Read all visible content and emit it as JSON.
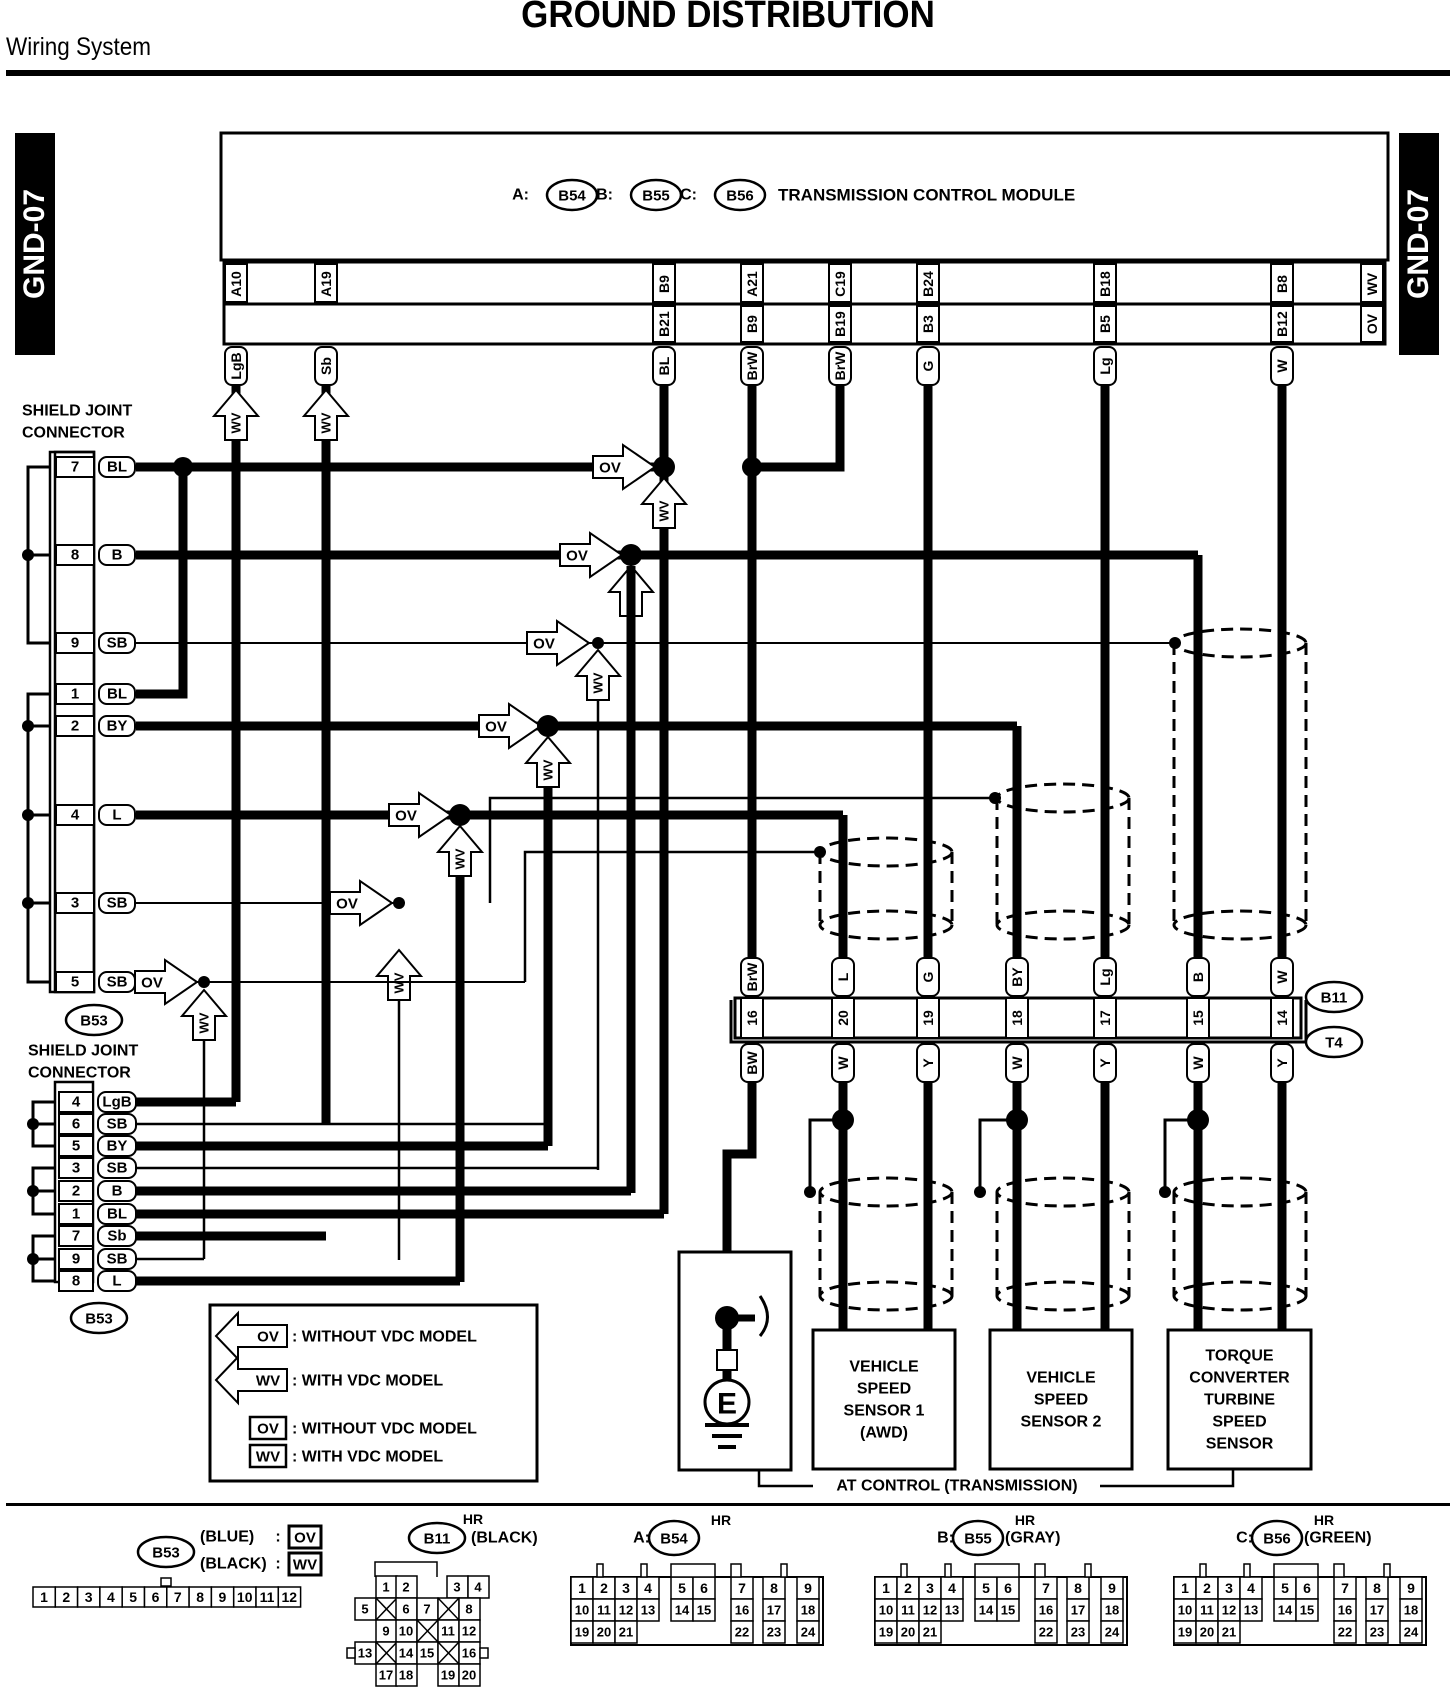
{
  "header": {
    "title": "GROUND DISTRIBUTION",
    "section": "Wiring System",
    "page_code": "GND-07"
  },
  "tcm": {
    "label": "TRANSMISSION CONTROL MODULE",
    "connectors": [
      {
        "prefix": "A:",
        "id": "B54"
      },
      {
        "prefix": "B:",
        "id": "B55"
      },
      {
        "prefix": "C:",
        "id": "B56"
      }
    ],
    "pins": [
      {
        "top": "A10",
        "bottom": "",
        "wire": "LgB"
      },
      {
        "top": "A19",
        "bottom": "",
        "wire": "Sb"
      },
      {
        "top": "B9",
        "bottom": "B21",
        "wire": "BL"
      },
      {
        "top": "A21",
        "bottom": "B9",
        "wire": "BrW"
      },
      {
        "top": "C19",
        "bottom": "B19",
        "wire": "BrW"
      },
      {
        "top": "B24",
        "bottom": "B3",
        "wire": "G"
      },
      {
        "top": "B18",
        "bottom": "B5",
        "wire": "Lg"
      },
      {
        "top": "B8",
        "bottom": "B12",
        "wire": "W"
      }
    ],
    "variant_column": {
      "top": "WV",
      "bottom": "OV"
    }
  },
  "shield_joint_upper": {
    "title": "SHIELD JOINT CONNECTOR",
    "connector_id": "B53",
    "pins": [
      {
        "pin": "7",
        "wire": "BL"
      },
      {
        "pin": "8",
        "wire": "B"
      },
      {
        "pin": "9",
        "wire": "SB"
      },
      {
        "pin": "1",
        "wire": "BL"
      },
      {
        "pin": "2",
        "wire": "BY"
      },
      {
        "pin": "4",
        "wire": "L"
      },
      {
        "pin": "3",
        "wire": "SB"
      },
      {
        "pin": "5",
        "wire": "SB"
      }
    ]
  },
  "shield_joint_lower": {
    "title": "SHIELD JOINT CONNECTOR",
    "connector_id": "B53",
    "pins": [
      {
        "pin": "4",
        "wire": "LgB"
      },
      {
        "pin": "6",
        "wire": "SB"
      },
      {
        "pin": "5",
        "wire": "BY"
      },
      {
        "pin": "3",
        "wire": "SB"
      },
      {
        "pin": "2",
        "wire": "B"
      },
      {
        "pin": "1",
        "wire": "BL"
      },
      {
        "pin": "7",
        "wire": "Sb"
      },
      {
        "pin": "9",
        "wire": "SB"
      },
      {
        "pin": "8",
        "wire": "L"
      }
    ]
  },
  "variant_flags": {
    "ov": "OV",
    "wv": "WV"
  },
  "b11_t4": {
    "upper_id": "B11",
    "lower_id": "T4",
    "pins": [
      {
        "pin": "16",
        "upper_wire": "BrW",
        "lower_wire": "BW"
      },
      {
        "pin": "20",
        "upper_wire": "L",
        "lower_wire": "W"
      },
      {
        "pin": "19",
        "upper_wire": "G",
        "lower_wire": "Y"
      },
      {
        "pin": "18",
        "upper_wire": "BY",
        "lower_wire": "W"
      },
      {
        "pin": "17",
        "upper_wire": "Lg",
        "lower_wire": "Y"
      },
      {
        "pin": "15",
        "upper_wire": "B",
        "lower_wire": "W"
      },
      {
        "pin": "14",
        "upper_wire": "W",
        "lower_wire": "Y"
      }
    ]
  },
  "components": {
    "ground": "E",
    "sensors": [
      {
        "lines": [
          "VEHICLE",
          "SPEED",
          "SENSOR 1",
          "(AWD)"
        ]
      },
      {
        "lines": [
          "VEHICLE",
          "SPEED",
          "SENSOR 2"
        ]
      },
      {
        "lines": [
          "TORQUE",
          "CONVERTER",
          "TURBINE",
          "SPEED",
          "SENSOR"
        ]
      }
    ],
    "group_label": "AT CONTROL (TRANSMISSION)"
  },
  "legend": {
    "items": [
      {
        "code": "OV",
        "shape": "arrow",
        "text": ": WITHOUT VDC MODEL"
      },
      {
        "code": "WV",
        "shape": "arrow",
        "text": ": WITH VDC MODEL"
      },
      {
        "code": "OV",
        "shape": "box",
        "text": ": WITHOUT VDC MODEL"
      },
      {
        "code": "WV",
        "shape": "box",
        "text": ": WITH VDC MODEL"
      }
    ]
  },
  "connector_views": {
    "b53": {
      "id": "B53",
      "variants": [
        {
          "color": "(BLUE)",
          "code": "OV"
        },
        {
          "color": "(BLACK)",
          "code": "WV"
        }
      ],
      "pins": [
        "1",
        "2",
        "3",
        "4",
        "5",
        "6",
        "7",
        "8",
        "9",
        "10",
        "11",
        "12"
      ]
    },
    "b11": {
      "id": "B11",
      "tag": "HR",
      "color": "(BLACK)",
      "rows": [
        [
          "1",
          "2",
          "",
          "3",
          "4"
        ],
        [
          "5",
          "X",
          "6",
          "7",
          "X",
          "8"
        ],
        [
          "9",
          "10",
          "X",
          "11",
          "12"
        ],
        [
          "13",
          "X",
          "14",
          "15",
          "X",
          "16"
        ],
        [
          "17",
          "18",
          "",
          "19",
          "20"
        ]
      ]
    },
    "b54": {
      "prefix": "A:",
      "id": "B54",
      "tag": "HR",
      "color": ""
    },
    "b55": {
      "prefix": "B:",
      "id": "B55",
      "tag": "HR",
      "color": "(GRAY)"
    },
    "b56": {
      "prefix": "C:",
      "id": "B56",
      "tag": "HR",
      "color": "(GREEN)"
    },
    "tcm_pin_rows": [
      [
        "1",
        "2",
        "3",
        "4",
        "5",
        "6",
        "7",
        "8",
        "9"
      ],
      [
        "10",
        "11",
        "12",
        "13",
        "14",
        "15",
        "16",
        "17",
        "18"
      ],
      [
        "19",
        "20",
        "21",
        "22",
        "23",
        "24"
      ]
    ]
  }
}
